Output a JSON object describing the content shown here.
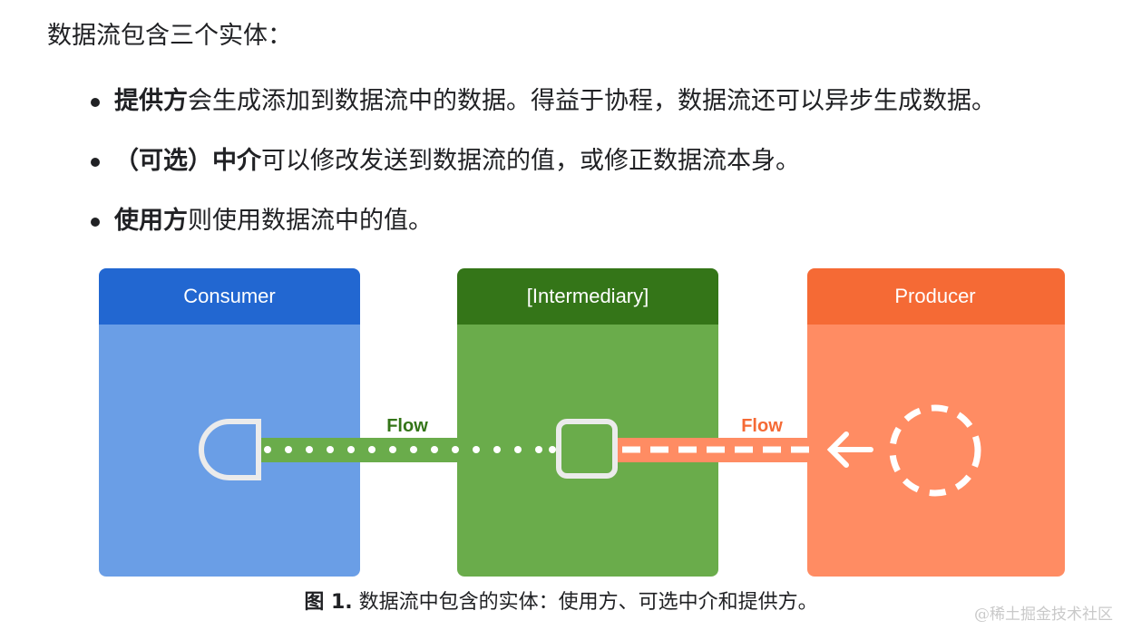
{
  "intro": "数据流包含三个实体：",
  "bullets": [
    {
      "bold": "提供方",
      "text": "会生成添加到数据流中的数据。得益于协程，数据流还可以异步生成数据。"
    },
    {
      "bold": "（可选）中介",
      "text": "可以修改发送到数据流的值，或修正数据流本身。"
    },
    {
      "bold": "使用方",
      "text": "则使用数据流中的值。"
    }
  ],
  "diagram": {
    "consumer": {
      "label": "Consumer",
      "header_color": "#2267d1",
      "body_color": "#6a9ee6"
    },
    "intermediary": {
      "label": "[Intermediary]",
      "header_color": "#347518",
      "body_color": "#6aac4b"
    },
    "producer": {
      "label": "Producer",
      "header_color": "#f56a35",
      "body_color": "#ff8c63"
    },
    "flow_left_label": "Flow",
    "flow_right_label": "Flow",
    "flow_left_color": "#6aac4b",
    "flow_left_label_color": "#347518",
    "flow_right_color": "#ff8c63",
    "flow_right_label_color": "#f56a35",
    "icons": [
      "consumer-receiver-icon",
      "intermediary-box-icon",
      "arrow-left-icon",
      "producer-dashed-circle-icon"
    ]
  },
  "caption": {
    "bold": "图 1.",
    "text": " 数据流中包含的实体：使用方、可选中介和提供方。"
  },
  "watermark": "@稀土掘金技术社区"
}
